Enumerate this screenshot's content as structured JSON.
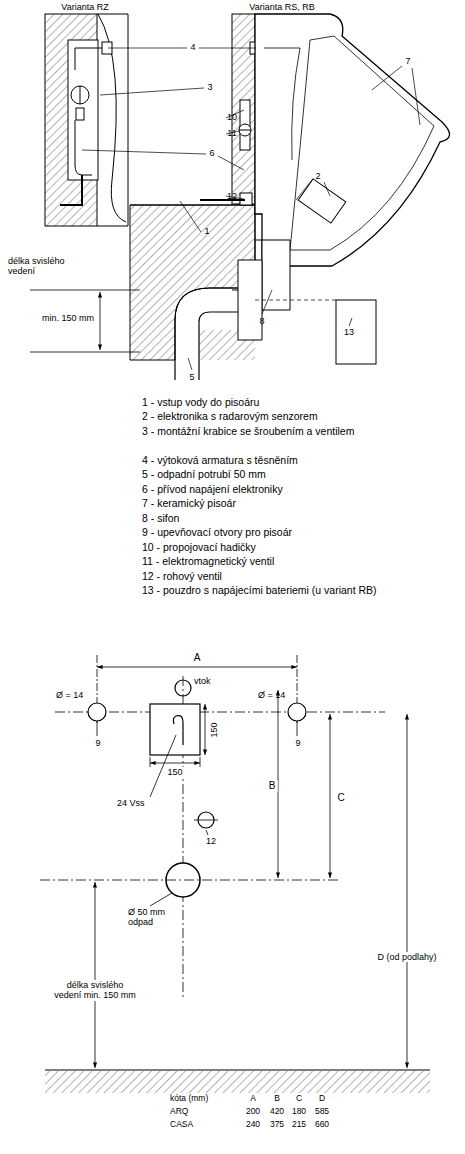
{
  "diagram": {
    "labels": [
      "Varianta RZ",
      "Varianta RS, RB",
      "4",
      "7",
      "3",
      "10",
      "11",
      "6",
      "2",
      "12",
      "1",
      "délka svislého vedení",
      "min. 150 mm",
      "8",
      "13",
      "5",
      "1 - vstup vody do pisoáru",
      "2 - elektronika s radarovým senzorem",
      "3 - montážní krabice se šroubením a ventilem",
      "4 - výtoková armatura s těsněním",
      "5 - odpadní potrubí 50 mm",
      "6 - přívod napájení elektroniky",
      "7 - keramický pisoár",
      "8 - sifon",
      "9 - upevňovací otvory pro pisoár",
      "10 - propojovací hadičky",
      "11 - elektromagnetický ventil",
      "12 - rohový ventil",
      "13 - pouzdro s napájecími bateriemi (u variant RB)",
      "A",
      "vtok",
      "Ø = 14",
      "9",
      "Ø = 14",
      "9",
      "150",
      "150",
      "B",
      "C",
      "24 Vss",
      "12",
      "D (od podlahy)",
      "Ø 50 mm odpad",
      "délka svislého vedení min. 150 mm",
      "kóta (mm)",
      "A",
      "B",
      "C",
      "D",
      "ARQ",
      "200",
      "420",
      "180",
      "585",
      "CASA",
      "240",
      "375",
      "215",
      "660"
    ]
  }
}
